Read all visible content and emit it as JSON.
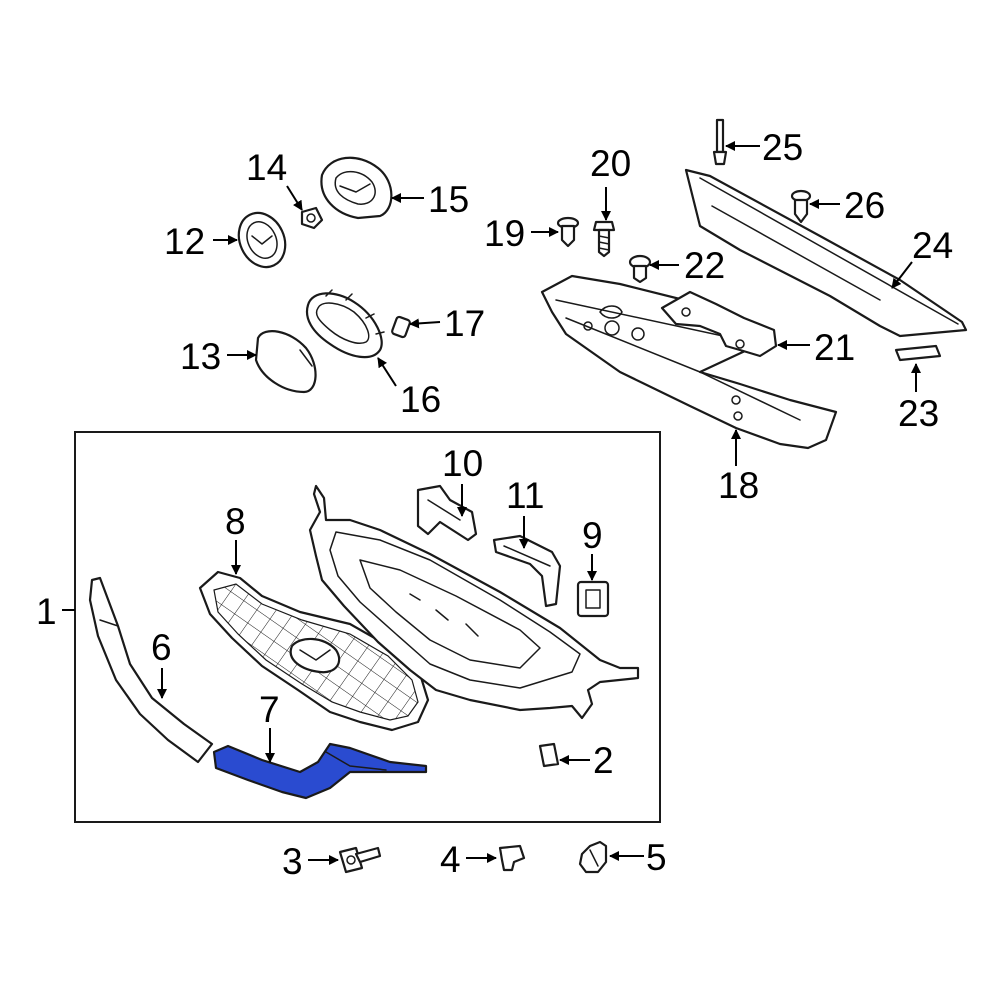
{
  "diagram": {
    "highlight_color": "#2a4bd0",
    "highlighted_part": "7",
    "callouts": [
      {
        "id": "c1",
        "label": "1"
      },
      {
        "id": "c2",
        "label": "2"
      },
      {
        "id": "c3",
        "label": "3"
      },
      {
        "id": "c4",
        "label": "4"
      },
      {
        "id": "c5",
        "label": "5"
      },
      {
        "id": "c6",
        "label": "6"
      },
      {
        "id": "c7",
        "label": "7"
      },
      {
        "id": "c8",
        "label": "8"
      },
      {
        "id": "c9",
        "label": "9"
      },
      {
        "id": "c10",
        "label": "10"
      },
      {
        "id": "c11",
        "label": "11"
      },
      {
        "id": "c12",
        "label": "12"
      },
      {
        "id": "c13",
        "label": "13"
      },
      {
        "id": "c14",
        "label": "14"
      },
      {
        "id": "c15",
        "label": "15"
      },
      {
        "id": "c16",
        "label": "16"
      },
      {
        "id": "c17",
        "label": "17"
      },
      {
        "id": "c18",
        "label": "18"
      },
      {
        "id": "c19",
        "label": "19"
      },
      {
        "id": "c20",
        "label": "20"
      },
      {
        "id": "c21",
        "label": "21"
      },
      {
        "id": "c22",
        "label": "22"
      },
      {
        "id": "c23",
        "label": "23"
      },
      {
        "id": "c24",
        "label": "24"
      },
      {
        "id": "c25",
        "label": "25"
      },
      {
        "id": "c26",
        "label": "26"
      }
    ]
  }
}
